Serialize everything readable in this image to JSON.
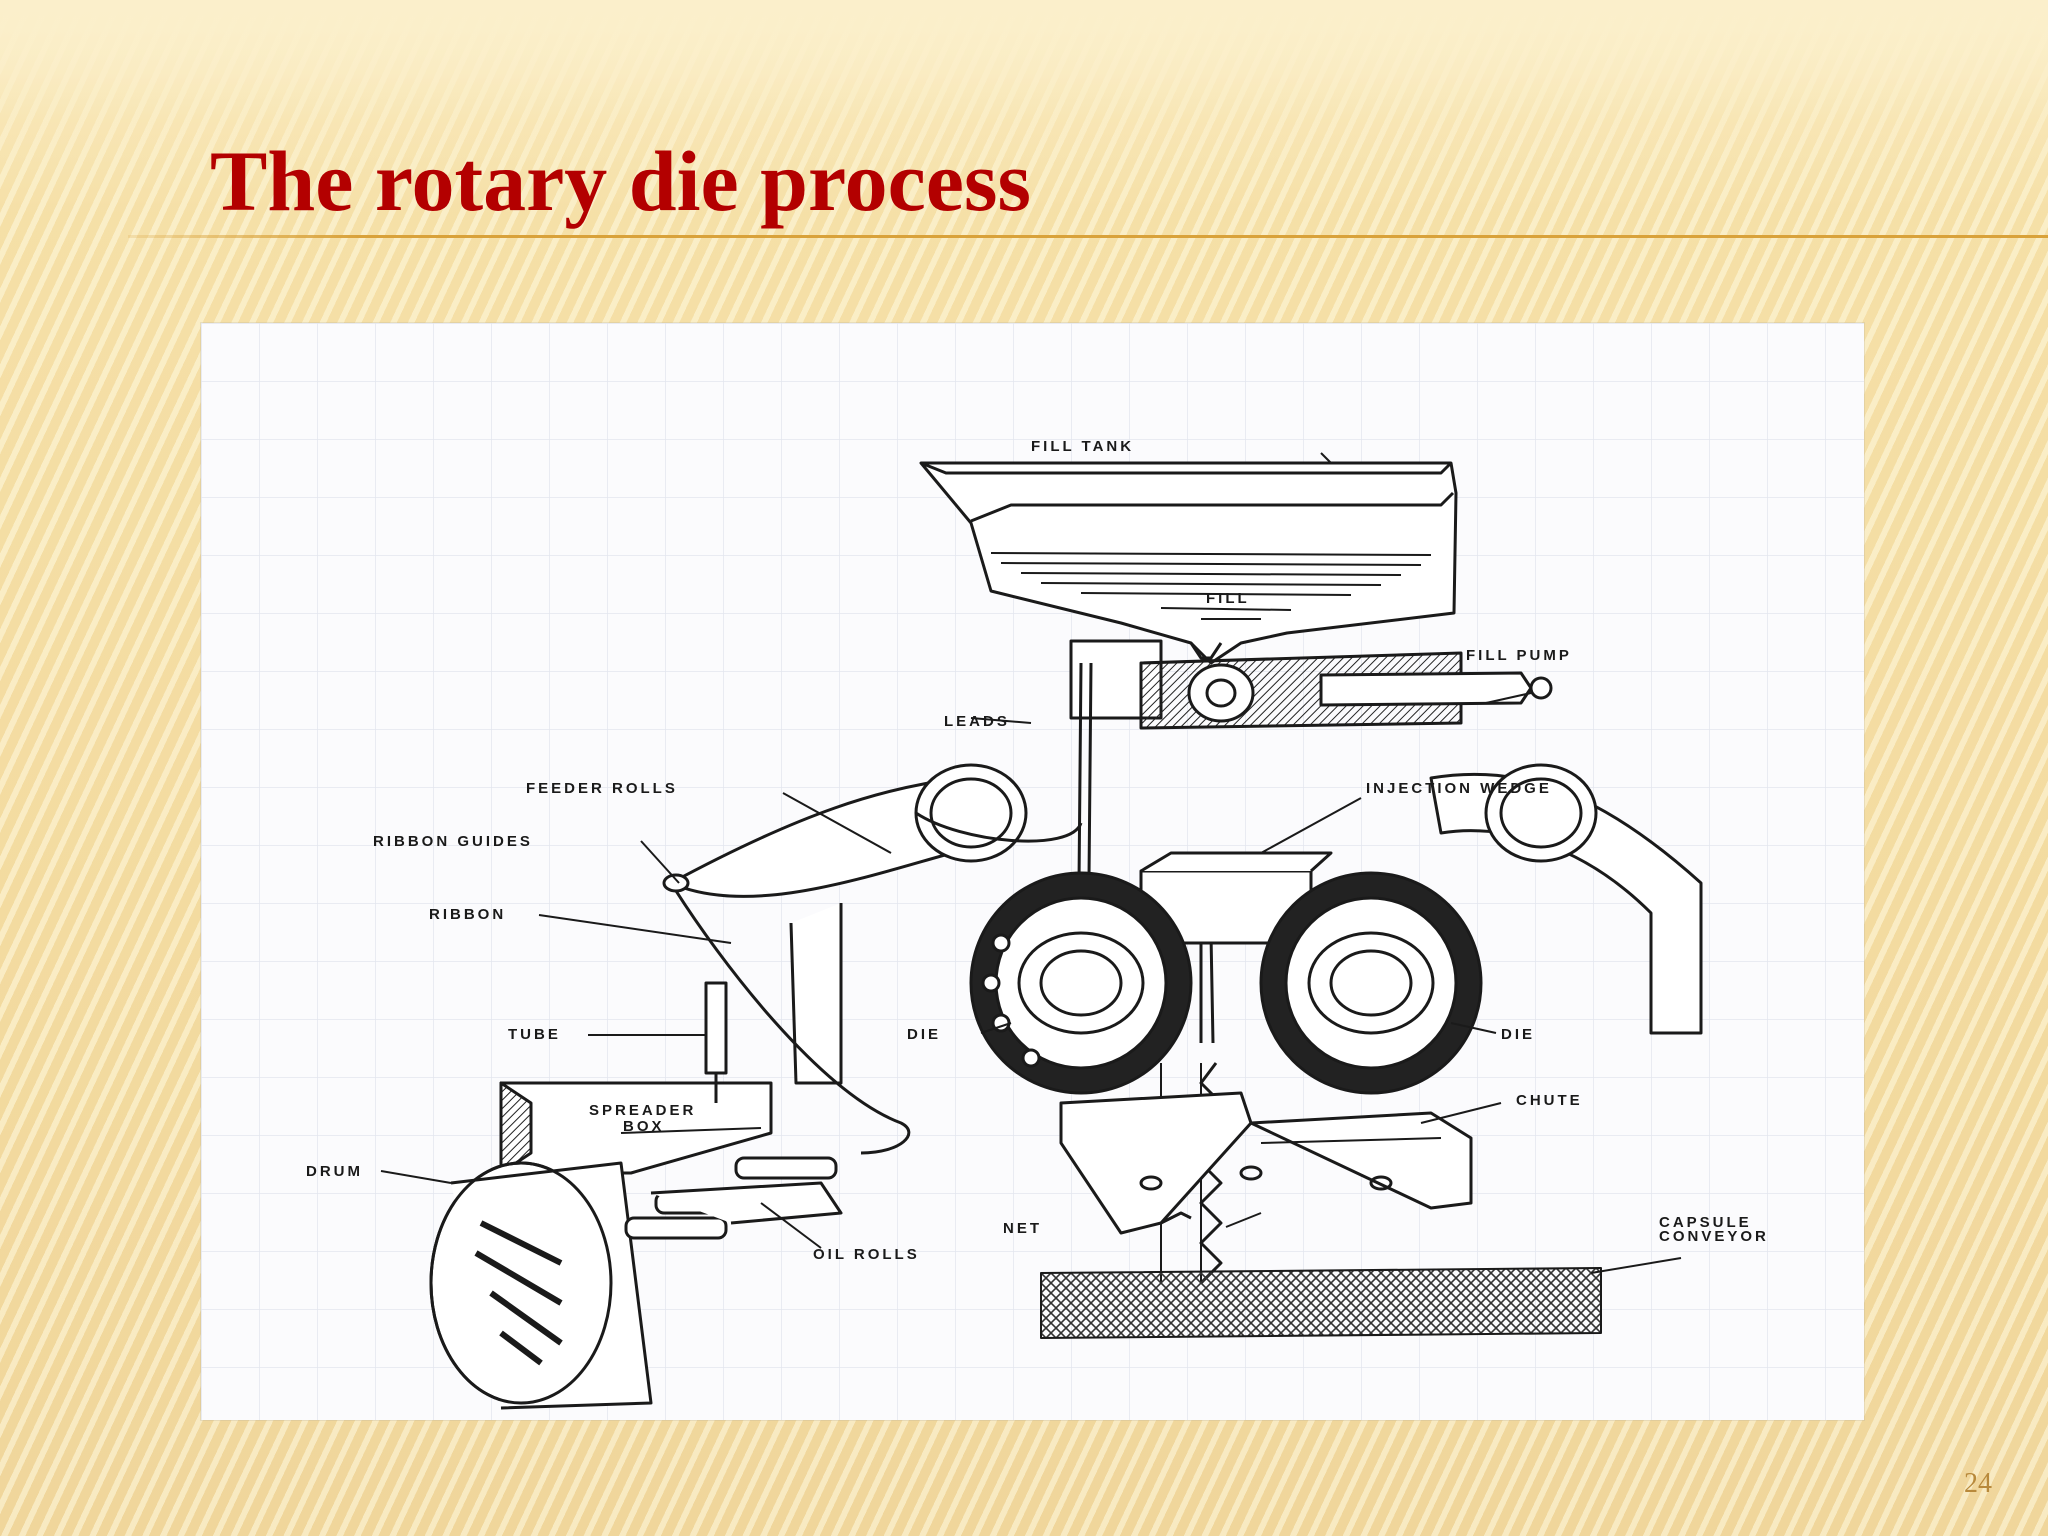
{
  "slide": {
    "title": "The rotary die process",
    "page_number": "24"
  },
  "diagram": {
    "labels": {
      "fill_tank": "FILL TANK",
      "fill": "FILL",
      "fill_pump": "FILL PUMP",
      "leads": "LEADS",
      "feeder_rolls": "FEEDER ROLLS",
      "injection_wedge": "INJECTION WEDGE",
      "ribbon_guides": "RIBBON GUIDES",
      "ribbon": "RIBBON",
      "tube": "TUBE",
      "die_left": "DIE",
      "die_right": "DIE",
      "spreader": "SPREADER",
      "box": "BOX",
      "chute": "CHUTE",
      "drum": "DRUM",
      "net": "NET",
      "capsule": "CAPSULE",
      "conveyor": "CONVEYOR",
      "oil_rolls": "OIL ROLLS"
    }
  }
}
